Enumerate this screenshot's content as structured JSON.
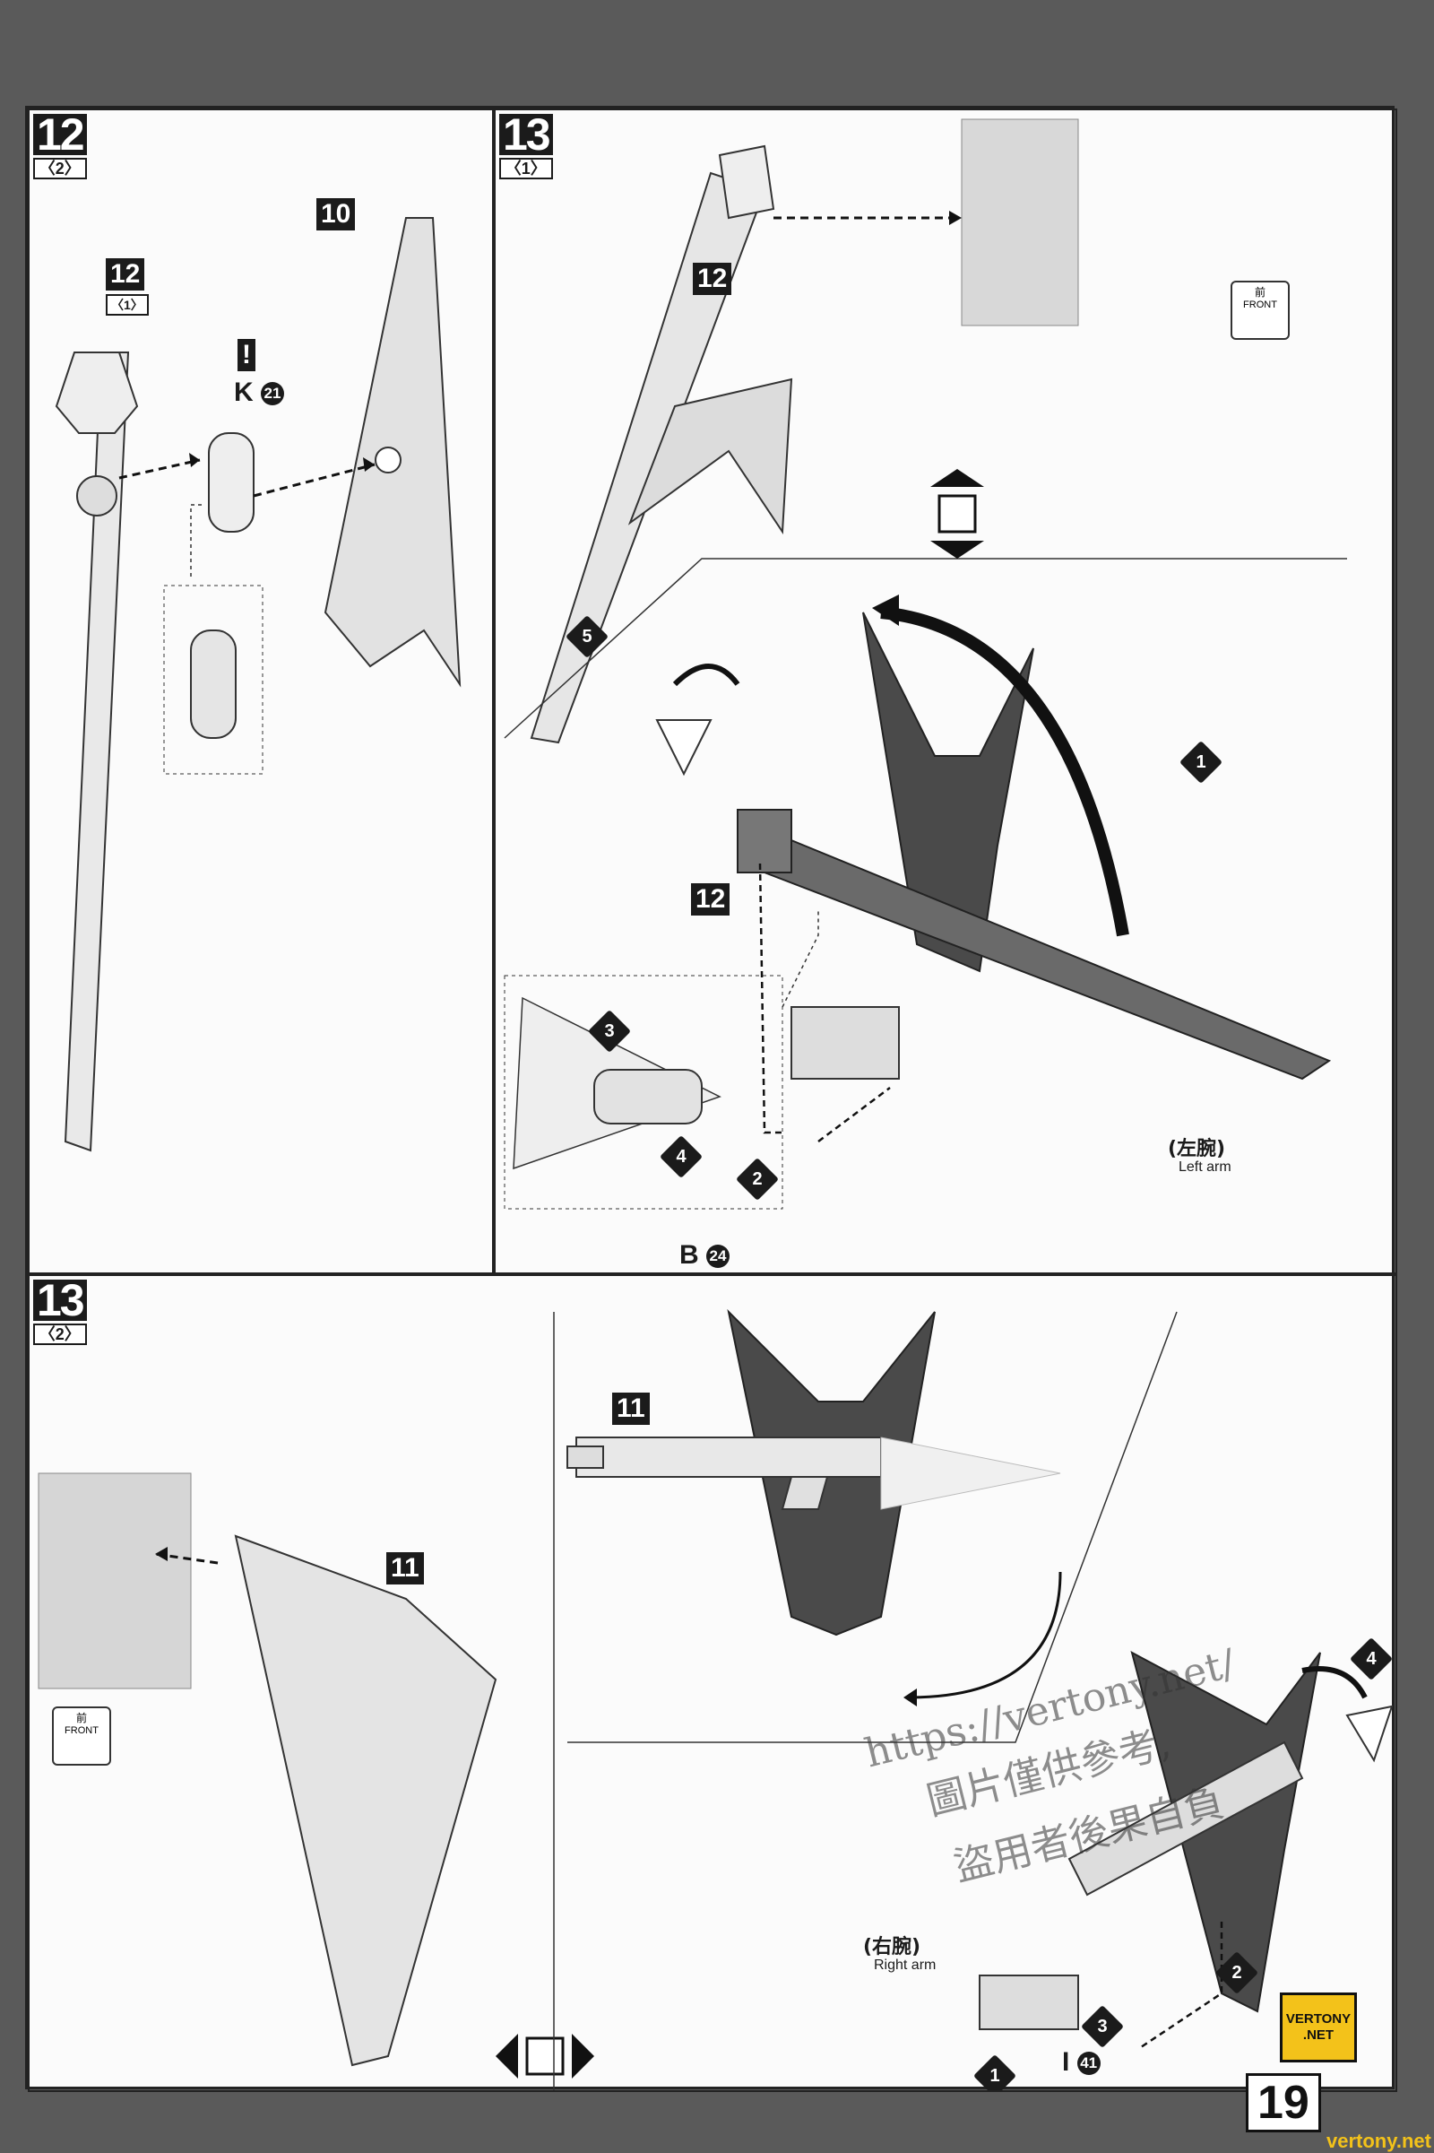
{
  "page": {
    "number": "19"
  },
  "panels": {
    "p12_2": {
      "step": "12",
      "sub": "〈2〉",
      "parts": {
        "sword": "12",
        "sword_sub": "〈1〉",
        "wing": "10",
        "runner": "K",
        "runner_num": "21",
        "warning": "!"
      }
    },
    "p13_1": {
      "step": "13",
      "sub": "〈1〉",
      "parts": {
        "sword_top": "12",
        "sword_mid": "12",
        "runner": "B",
        "runner_num": "24"
      },
      "arm_jp": "(左腕)",
      "arm_en": "Left arm",
      "seq": [
        "1",
        "2",
        "3",
        "4",
        "5"
      ],
      "front": {
        "jp": "前",
        "en": "FRONT"
      }
    },
    "p13_2": {
      "step": "13",
      "sub": "〈2〉",
      "parts": {
        "rifle_top": "11",
        "rifle_left": "11",
        "runner": "I",
        "runner_num": "41"
      },
      "arm_jp": "(右腕)",
      "arm_en": "Right arm",
      "seq": [
        "1",
        "2",
        "3",
        "4"
      ],
      "front": {
        "jp": "前",
        "en": "FRONT"
      }
    }
  },
  "watermark": {
    "url": "https://vertony.net/",
    "line2": "圖片僅供參考,",
    "line3": "盜用者後果自負"
  },
  "logo": {
    "line1": "VERTONY",
    "line2": ".NET"
  },
  "footer_site": "vertony.net",
  "colors": {
    "ink": "#1b1b1b",
    "paper": "#fbfbfb",
    "frame": "#5a5a5a",
    "logo": "#f3c21a"
  }
}
